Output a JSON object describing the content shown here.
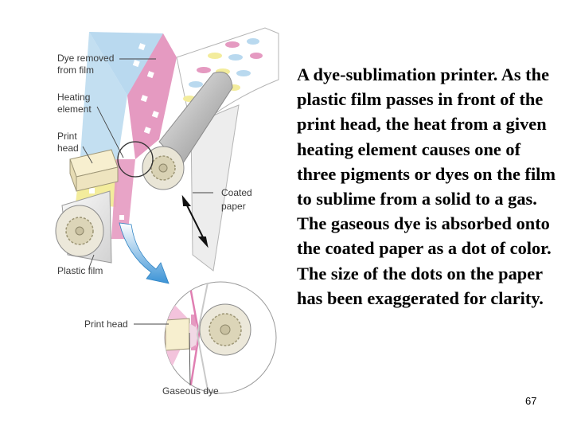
{
  "labels": {
    "dye_removed_line1": "Dye removed",
    "dye_removed_line2": "from film",
    "heating_line1": "Heating",
    "heating_line2": "element",
    "print_head_line1": "Print",
    "print_head_line2": "head",
    "coated_line1": "Coated",
    "coated_line2": "paper",
    "plastic_film": "Plastic film",
    "inset_print_head": "Print head",
    "gaseous_dye": "Gaseous dye"
  },
  "caption": "A dye-sublimation printer. As the plastic film passes in front of the print head, the heat from a given heating element causes one of three pigments or dyes on the film to sublime from a solid to a gas. The gaseous dye is absorbed onto the coated paper as a dot of color. The size of the dots on the paper has been exaggerated for clarity.",
  "page_number": "67",
  "colors": {
    "cyan": "#b9d9ef",
    "magenta": "#e59ac1",
    "yellow": "#f3ec9c",
    "arrow": "#3b93d6"
  }
}
